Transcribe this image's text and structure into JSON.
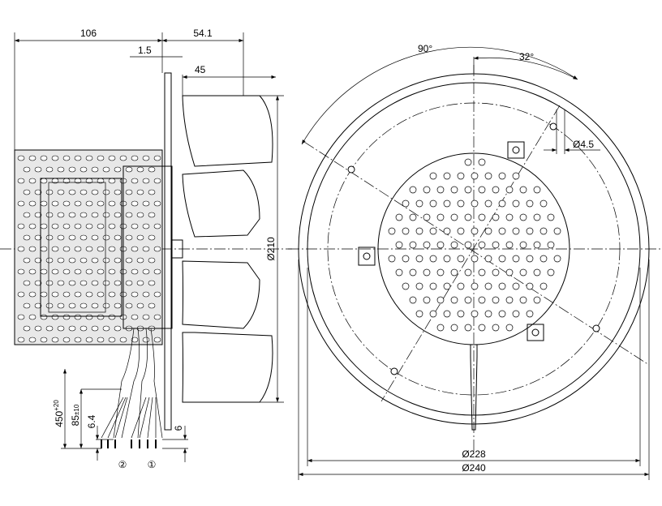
{
  "title": "Centrifugal fan dimensional drawing",
  "side_view": {
    "dim_overall_motor": "106",
    "dim_impeller_offset": "54.1",
    "dim_flange": "1.5",
    "dim_impeller_height": "45",
    "dim_impeller_diameter": "Ø210",
    "dim_lead_length": "450",
    "dim_lead_length_tol": "+20",
    "dim_strip_length": "85",
    "dim_strip_length_tol": "±10",
    "dim_wire_end": "6.4",
    "dim_wire_end_right": "6",
    "lead_group_2": "②",
    "lead_group_1": "①"
  },
  "front_view": {
    "angle_main": "90°",
    "angle_offset": "32°",
    "dim_hole": "Ø4.5",
    "dim_inner_diameter": "Ø228",
    "dim_outer_diameter": "Ø240"
  }
}
